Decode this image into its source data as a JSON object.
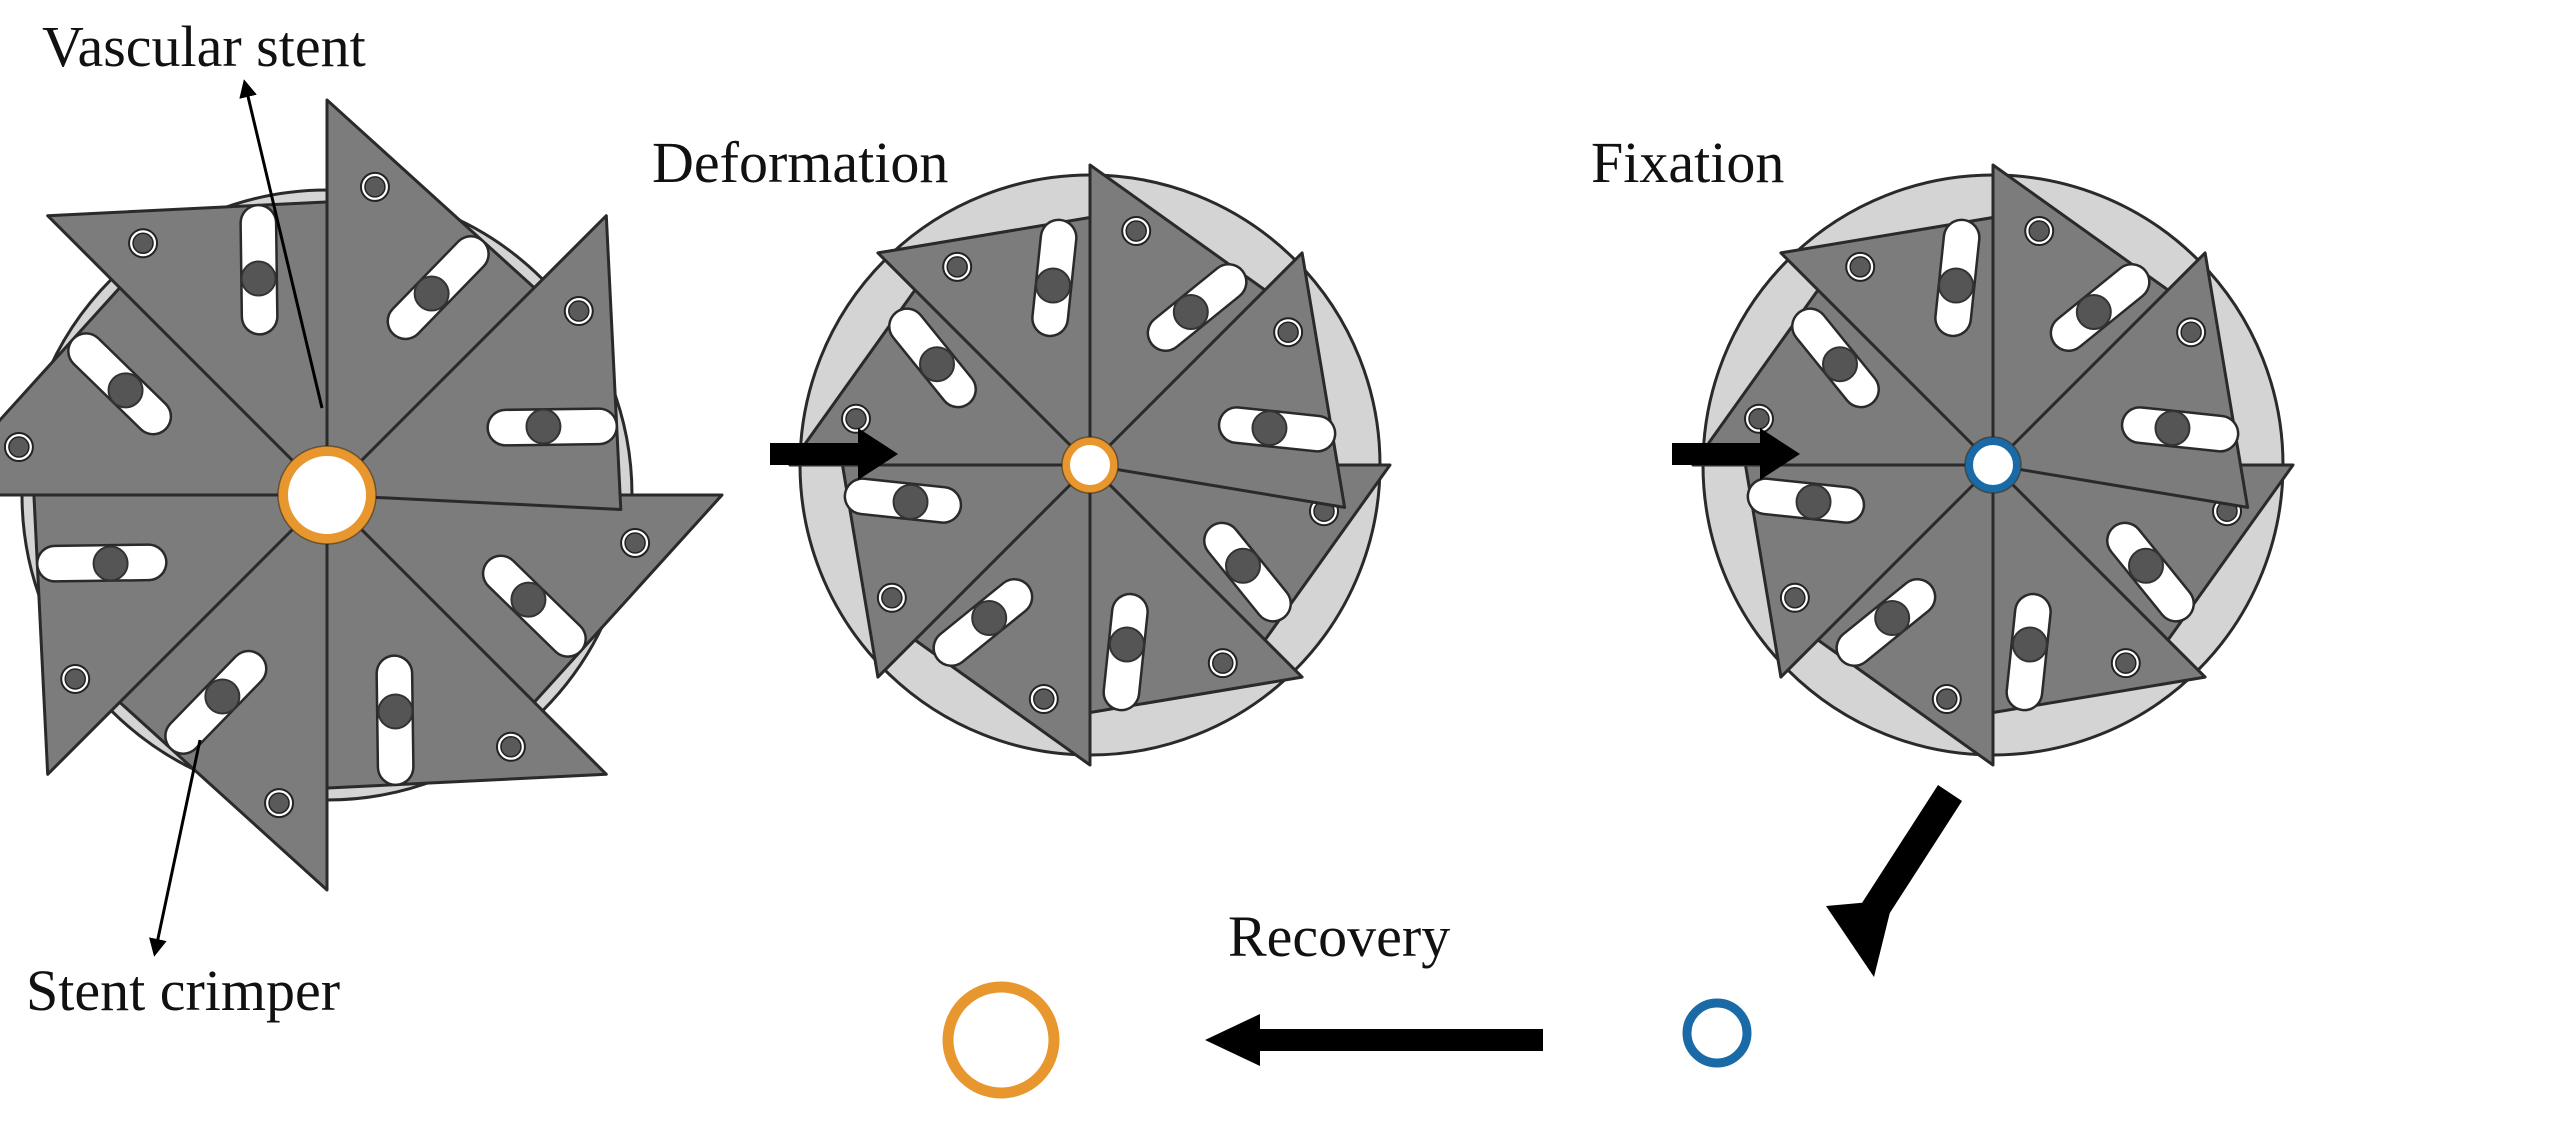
{
  "labels": {
    "vascular_stent": "Vascular stent",
    "stent_crimper": "Stent crimper",
    "deformation": "Deformation",
    "fixation": "Fixation",
    "recovery": "Recovery"
  },
  "crimpers": [
    {
      "stage": "initial",
      "stent_color": "#e8962e",
      "stent_state": "large"
    },
    {
      "stage": "deformed",
      "stent_color": "#e8962e",
      "stent_state": "crimped"
    },
    {
      "stage": "fixed",
      "stent_color": "#1a6aa8",
      "stent_state": "crimped"
    }
  ],
  "stents": [
    {
      "stage": "fixed",
      "color": "#1a6aa8",
      "state": "small"
    },
    {
      "stage": "recovered",
      "color": "#e8962e",
      "state": "large"
    }
  ],
  "colors": {
    "plate": "#d4d4d4",
    "blade": "#7c7c7c",
    "blade_edge": "#2a2a2a",
    "pin": "#555555",
    "slot": "#ffffff",
    "arrow": "#000000",
    "orange_stent": "#e8962e",
    "blue_stent": "#1a6aa8"
  },
  "blade_count": 8
}
